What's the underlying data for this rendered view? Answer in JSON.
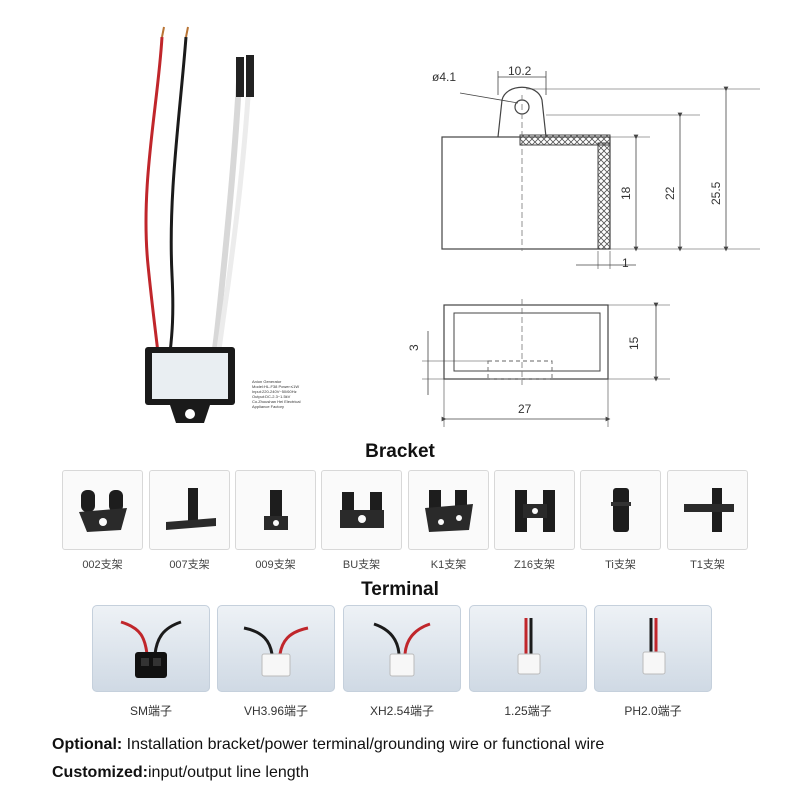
{
  "module_label": [
    "Anion Generator",
    "Model:HL-F38  Power:≤1W",
    "Input:220-240V~50/60Hz",
    "Output:DC-2.3~1.5kV",
    "Co.Zhoushan Hei Electrical",
    "Appliance Factory"
  ],
  "dimensions": {
    "hole": "ø4.1",
    "tab_width": "10.2",
    "h1": "18",
    "h2": "22",
    "h3": "25.5",
    "wall": "1",
    "depth": "15",
    "tab_offset": "3",
    "width": "27"
  },
  "bracket": {
    "title": "Bracket",
    "items": [
      {
        "label": "002支架"
      },
      {
        "label": "007支架"
      },
      {
        "label": "009支架"
      },
      {
        "label": "BU支架"
      },
      {
        "label": "K1支架"
      },
      {
        "label": "Z16支架"
      },
      {
        "label": "Ti支架"
      },
      {
        "label": "T1支架"
      }
    ]
  },
  "terminal": {
    "title": "Terminal",
    "items": [
      {
        "label": "SM端子"
      },
      {
        "label": "VH3.96端子"
      },
      {
        "label": "XH2.54端子"
      },
      {
        "label": "1.25端子"
      },
      {
        "label": "PH2.0端子"
      }
    ]
  },
  "notes": {
    "optional_label": "Optional:",
    "optional_text": " Installation bracket/power terminal/grounding wire or functional wire",
    "custom_label": "Customized:",
    "custom_text": "input/output line length"
  }
}
